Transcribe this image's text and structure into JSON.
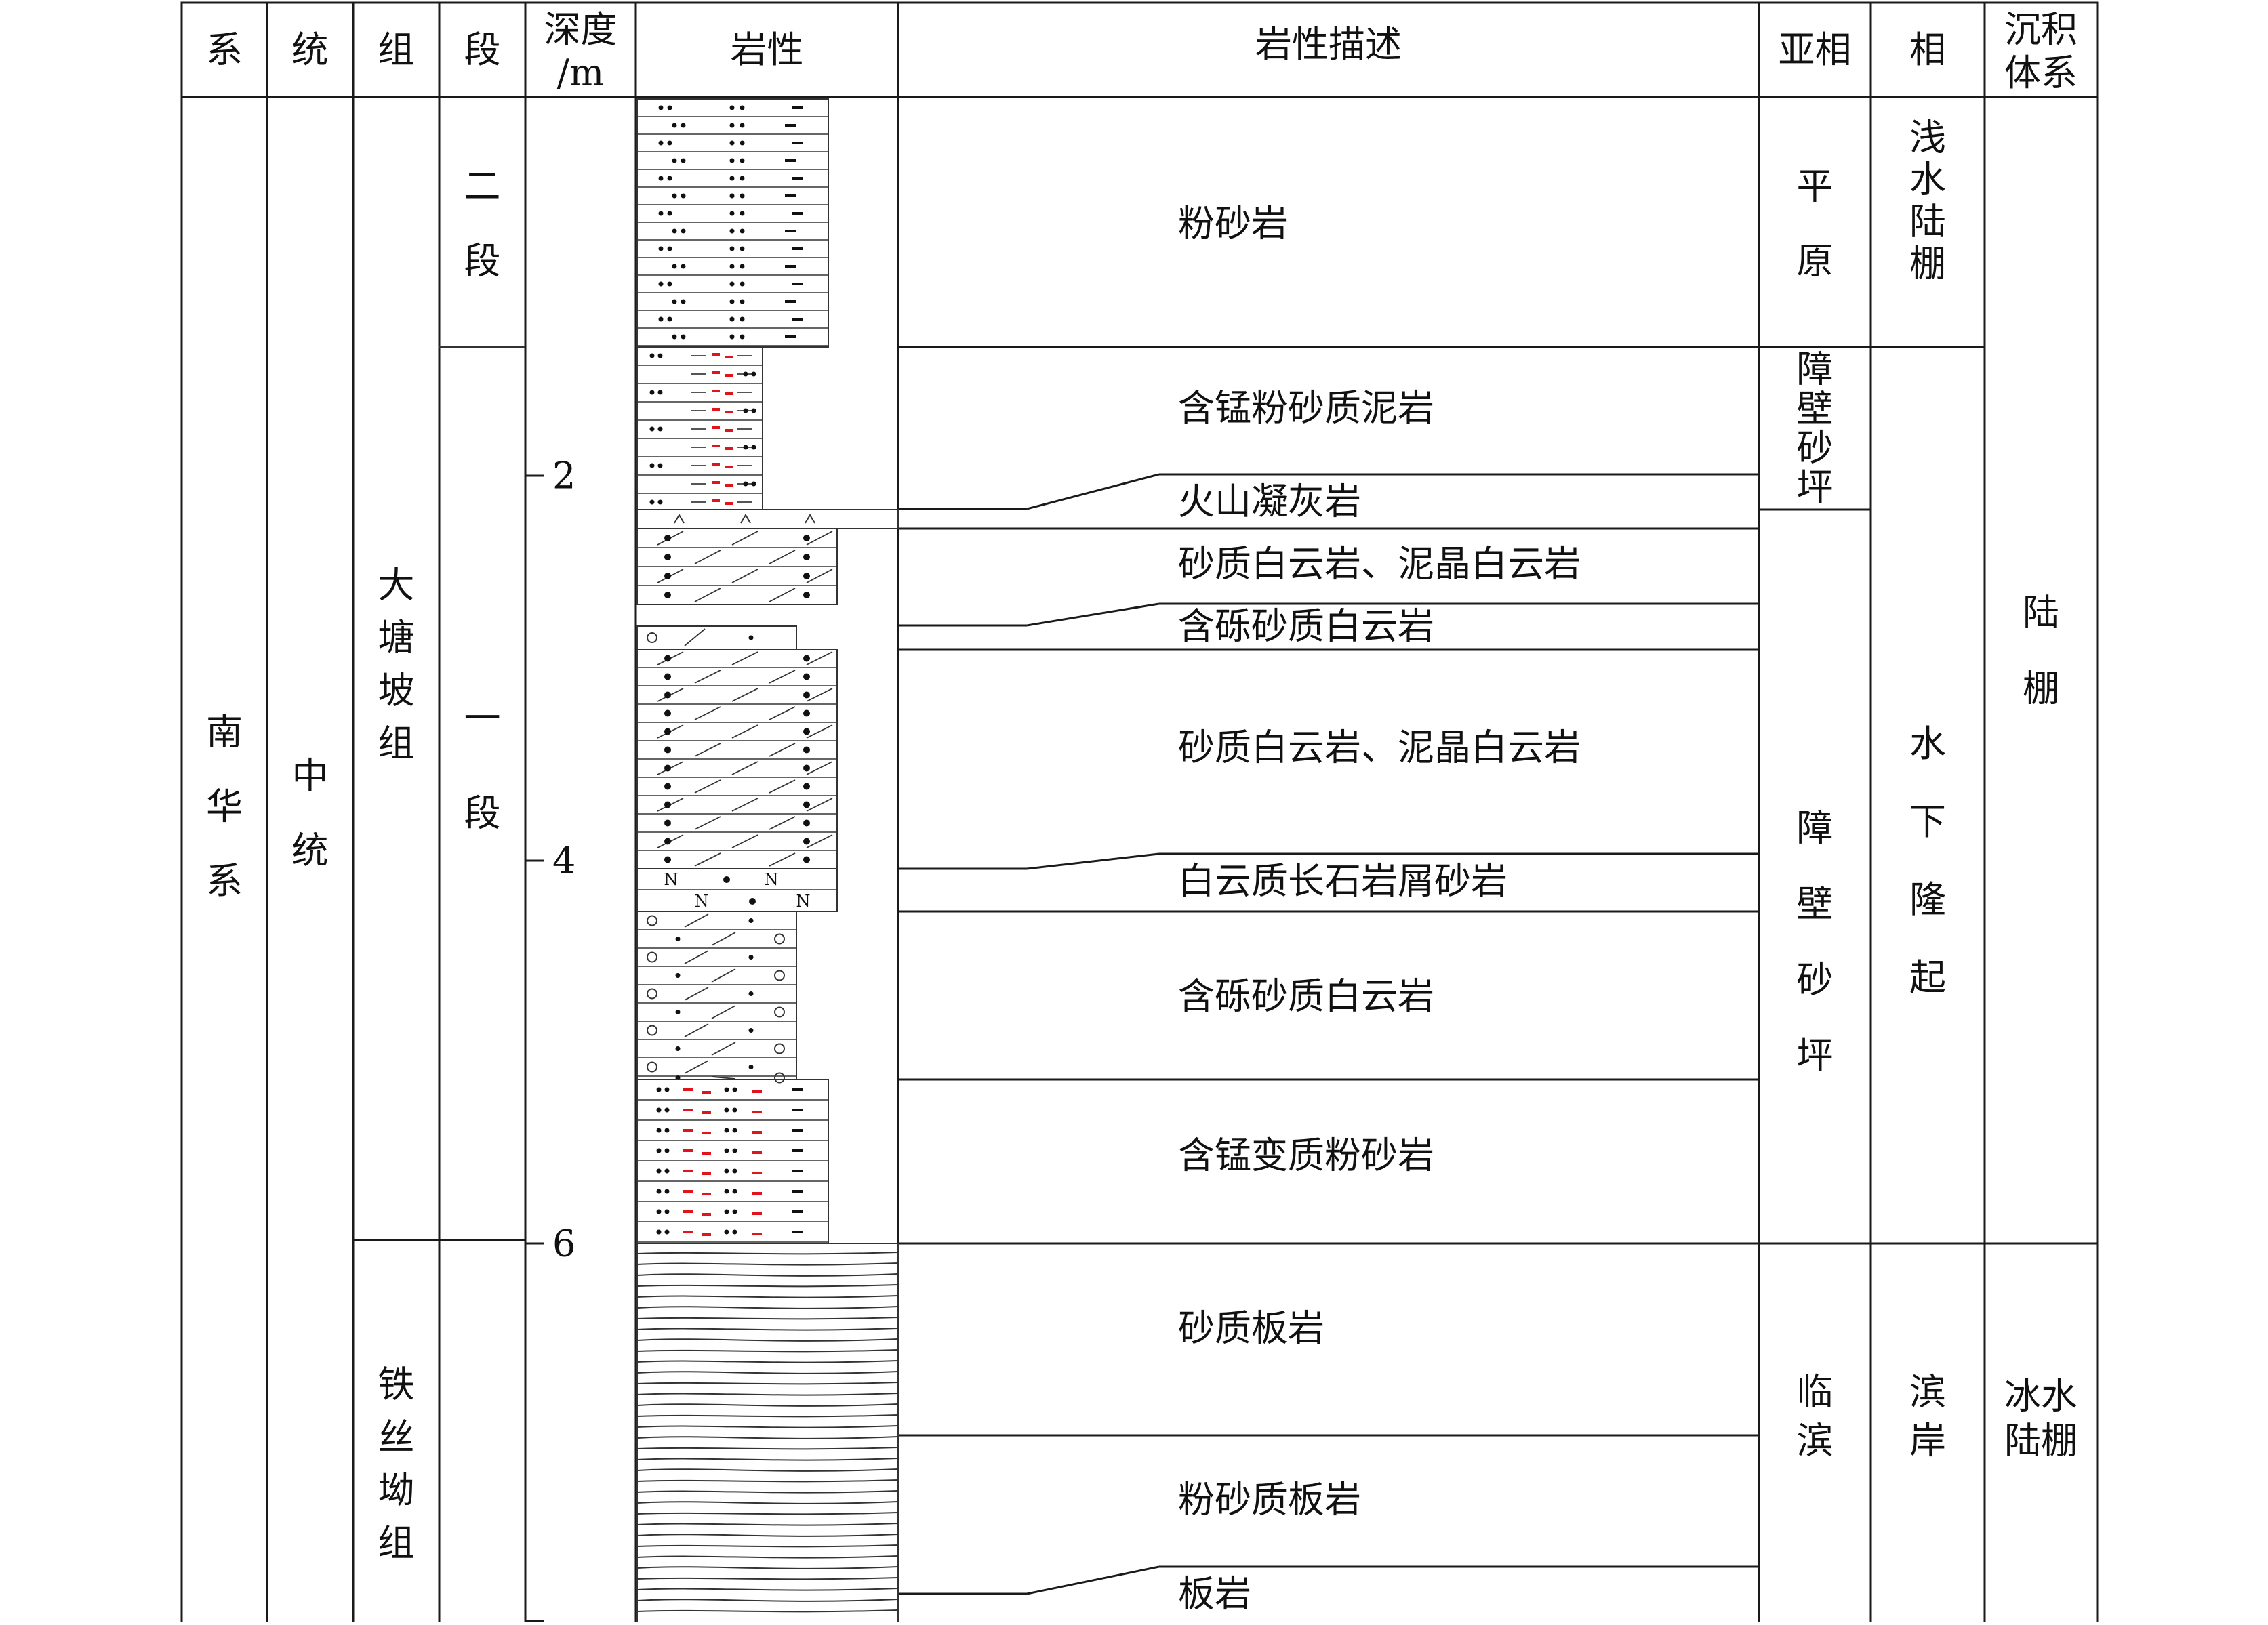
{
  "headers": {
    "system": "系",
    "series": "统",
    "formation": "组",
    "member": "段",
    "depth": [
      "深度",
      "/m"
    ],
    "lithology": "岩性",
    "description": "岩性描述",
    "subfacies": "亚相",
    "facies": "相",
    "sed_system": [
      "沉积",
      "体系"
    ]
  },
  "system": [
    "南",
    "华",
    "系"
  ],
  "series": [
    "中",
    "统"
  ],
  "formations": [
    {
      "chars": [
        "大",
        "塘",
        "坡",
        "组"
      ]
    },
    {
      "chars": [
        "铁",
        "丝",
        "坳",
        "组"
      ]
    }
  ],
  "members": [
    {
      "chars": [
        "二",
        "段"
      ]
    },
    {
      "chars": [
        "一",
        "段"
      ]
    }
  ],
  "depth_ticks": [
    {
      "value": 2,
      "label": "2"
    },
    {
      "value": 4,
      "label": "4"
    },
    {
      "value": 6,
      "label": "6"
    }
  ],
  "layers": [
    {
      "desc": "粉砂岩",
      "pattern": "siltstone"
    },
    {
      "desc": "含锰粉砂质泥岩",
      "pattern": "mn-silty-mudstone"
    },
    {
      "desc": "火山凝灰岩",
      "pattern": "tuff"
    },
    {
      "desc": "砂质白云岩、泥晶白云岩",
      "pattern": "sandy-dolomite"
    },
    {
      "desc": "含砾砂质白云岩",
      "pattern": "pebbly-dolomite"
    },
    {
      "desc": "砂质白云岩、泥晶白云岩",
      "pattern": "sandy-dolomite"
    },
    {
      "desc": "白云质长石岩屑砂岩",
      "pattern": "arkose"
    },
    {
      "desc": "含砾砂质白云岩",
      "pattern": "pebbly-dolomite"
    },
    {
      "desc": "含锰变质粉砂岩",
      "pattern": "mn-siltstone"
    },
    {
      "desc": "砂质板岩",
      "pattern": "slate"
    },
    {
      "desc": "粉砂质板岩",
      "pattern": "slate"
    },
    {
      "desc": "板岩",
      "pattern": "slate"
    }
  ],
  "subfacies": [
    {
      "chars": [
        "平",
        "原"
      ]
    },
    {
      "chars": [
        "障",
        "壁",
        "砂",
        "坪"
      ]
    },
    {
      "chars": [
        "障",
        "壁",
        "砂",
        "坪"
      ]
    },
    {
      "chars": [
        "临",
        "滨"
      ]
    }
  ],
  "facies": [
    {
      "chars": [
        "浅",
        "水",
        "陆",
        "棚"
      ]
    },
    {
      "chars": [
        "水",
        "下",
        "隆",
        "起"
      ]
    },
    {
      "chars": [
        "滨",
        "岸"
      ]
    }
  ],
  "sed_systems": [
    {
      "chars": [
        "陆",
        "棚"
      ]
    },
    {
      "lines": [
        "冰水",
        "陆棚"
      ]
    }
  ],
  "colors": {
    "line": "#1a1a1a",
    "manganese": "#e0141b"
  }
}
